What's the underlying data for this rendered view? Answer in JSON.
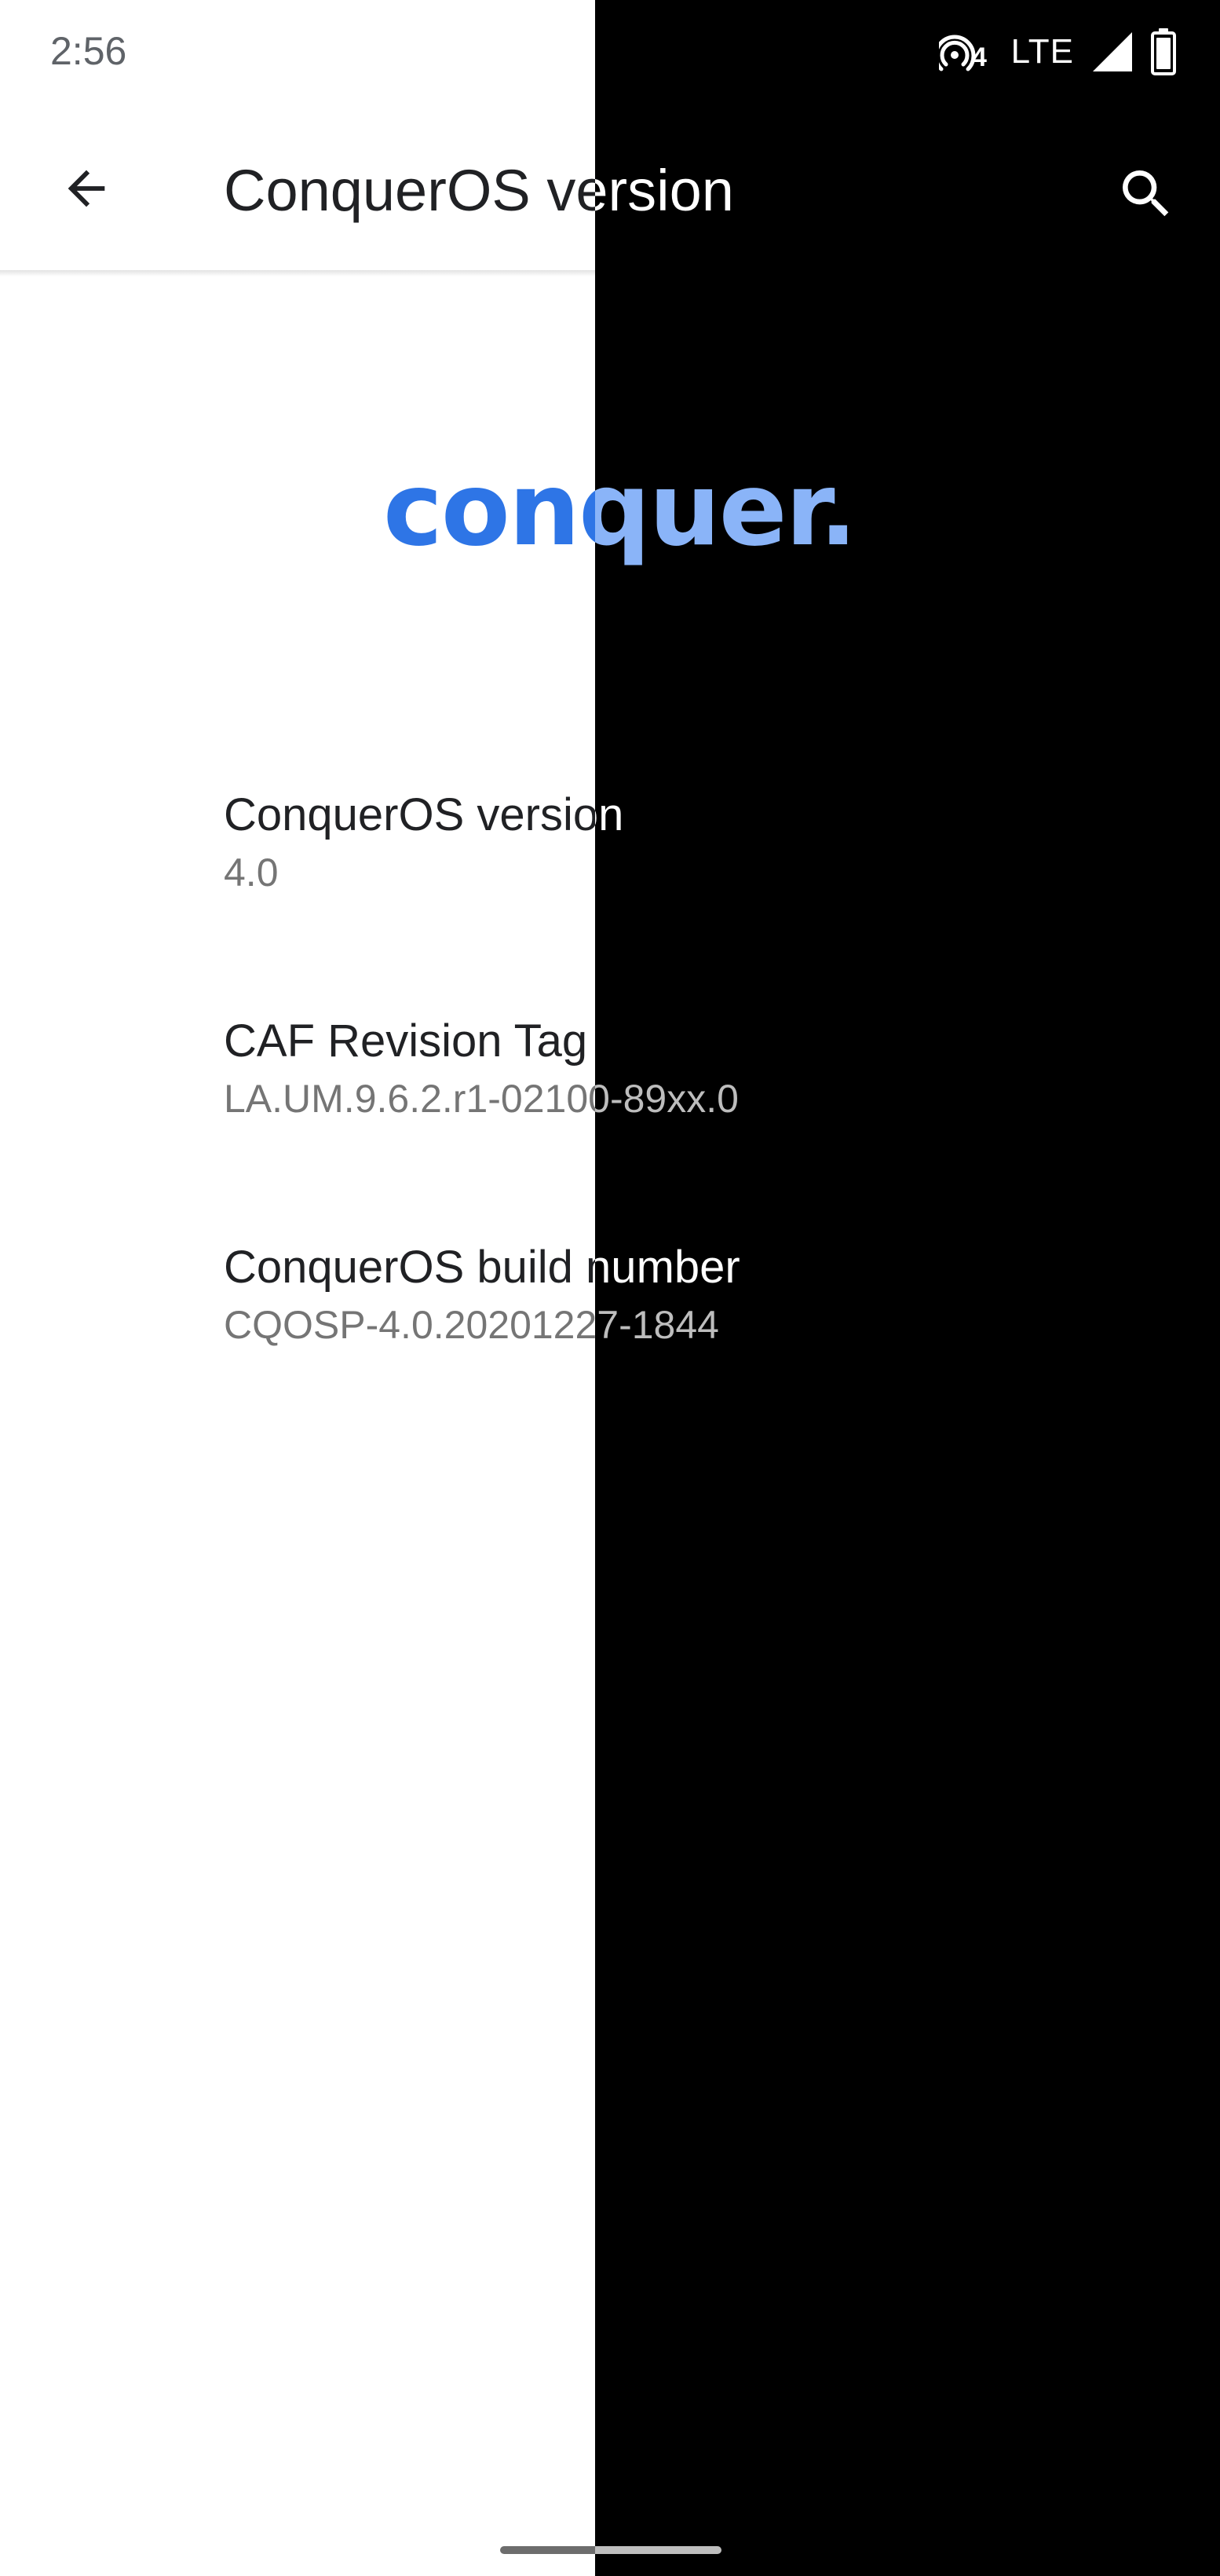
{
  "status_bar": {
    "time": "2:56",
    "hotspot_count": "4",
    "network_type": "LTE",
    "icons": [
      "hotspot-icon",
      "signal-icon",
      "battery-icon"
    ]
  },
  "app_bar": {
    "title": "ConquerOS version",
    "back_icon": "arrow-back-icon",
    "search_icon": "search-icon"
  },
  "logo": {
    "text": "conquer.",
    "color": "#2e75e6"
  },
  "preferences": [
    {
      "title": "ConquerOS version",
      "summary": "4.0"
    },
    {
      "title": "CAF Revision Tag",
      "summary": "LA.UM.9.6.2.r1-02100-89xx.0"
    },
    {
      "title": "ConquerOS build number",
      "summary": "CQOSP-4.0.20201227-1844"
    }
  ],
  "theme": {
    "light_background": "#ffffff",
    "dark_background": "#000000",
    "primary_text": "#202124",
    "secondary_text": "#757575"
  }
}
